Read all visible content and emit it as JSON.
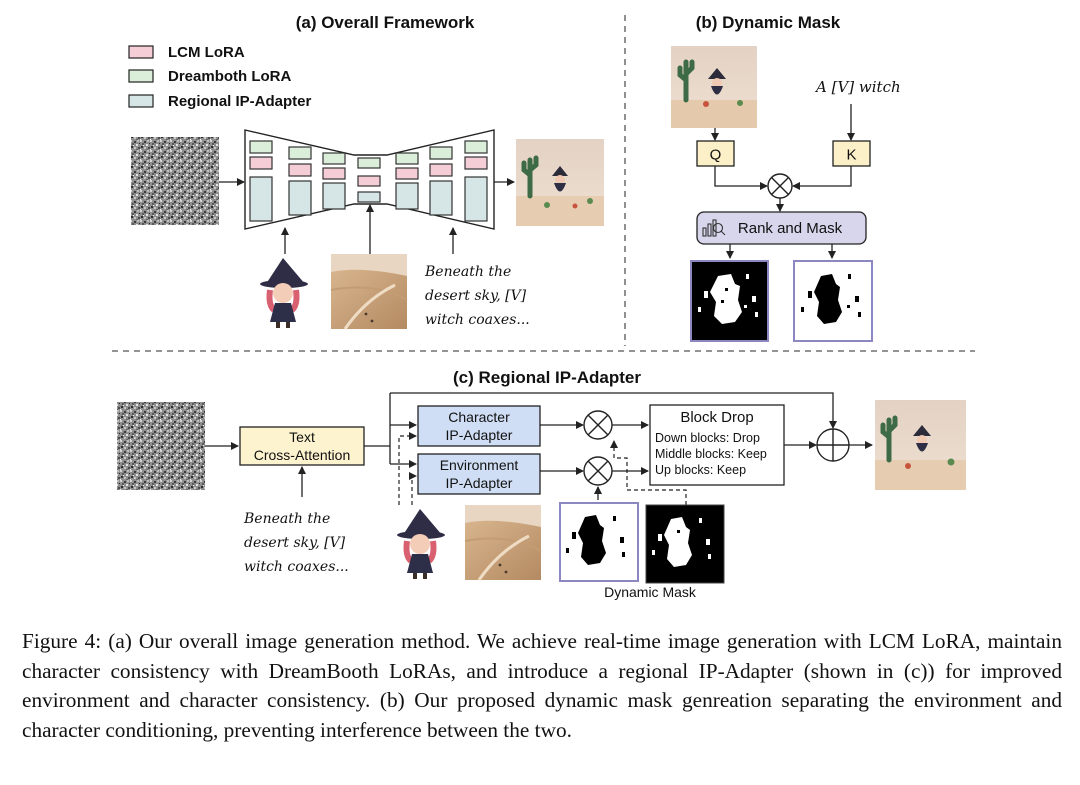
{
  "panel_a": {
    "title": "(a) Overall Framework",
    "legend": [
      {
        "label": "LCM LoRA",
        "color": "#f5cdd6"
      },
      {
        "label": "Dreamboth LoRA",
        "color": "#daeed9"
      },
      {
        "label": "Regional IP-Adapter",
        "color": "#d6e6e6"
      }
    ],
    "prompt_lines": [
      "Beneath the",
      "desert sky, [V]",
      "witch coaxes..."
    ]
  },
  "panel_b": {
    "title": "(b) Dynamic Mask",
    "text_prompt": "A [V] witch",
    "q_label": "Q",
    "k_label": "K",
    "rank_label": "Rank and Mask"
  },
  "panel_c": {
    "title": "(c) Regional IP-Adapter",
    "text_cross_attention": [
      "Text",
      "Cross-Attention"
    ],
    "character_adapter": [
      "Character",
      "IP-Adapter"
    ],
    "environment_adapter": [
      "Environment",
      "IP-Adapter"
    ],
    "block_drop": {
      "title": "Block Drop",
      "lines": [
        "Down blocks: Drop",
        "Middle blocks: Keep",
        "Up blocks: Keep"
      ]
    },
    "prompt_lines": [
      "Beneath the",
      "desert sky, [V]",
      "witch coaxes..."
    ],
    "dynamic_mask_label": "Dynamic Mask"
  },
  "caption": "Figure 4: (a) Our overall image generation method.  We achieve real-time image generation with LCM LoRA, maintain character consistency with DreamBooth LoRAs, and introduce a regional IP-Adapter (shown in (c)) for improved environment and character consistency.  (b) Our proposed dynamic mask genreation separating the environment and character conditioning, preventing interference between the two.",
  "colors": {
    "lcm_pink": "#f5cdd6",
    "dreambooth_green": "#daeed9",
    "ip_adapter_blue": "#d6e6e6",
    "qk_yellow": "#fcf0c8",
    "text_attention_yellow": "#fdf3cf",
    "adapter_blue": "#cfdef5",
    "rank_purple": "#d8d6ec",
    "mask_frame_purple": "#8b87c0"
  }
}
